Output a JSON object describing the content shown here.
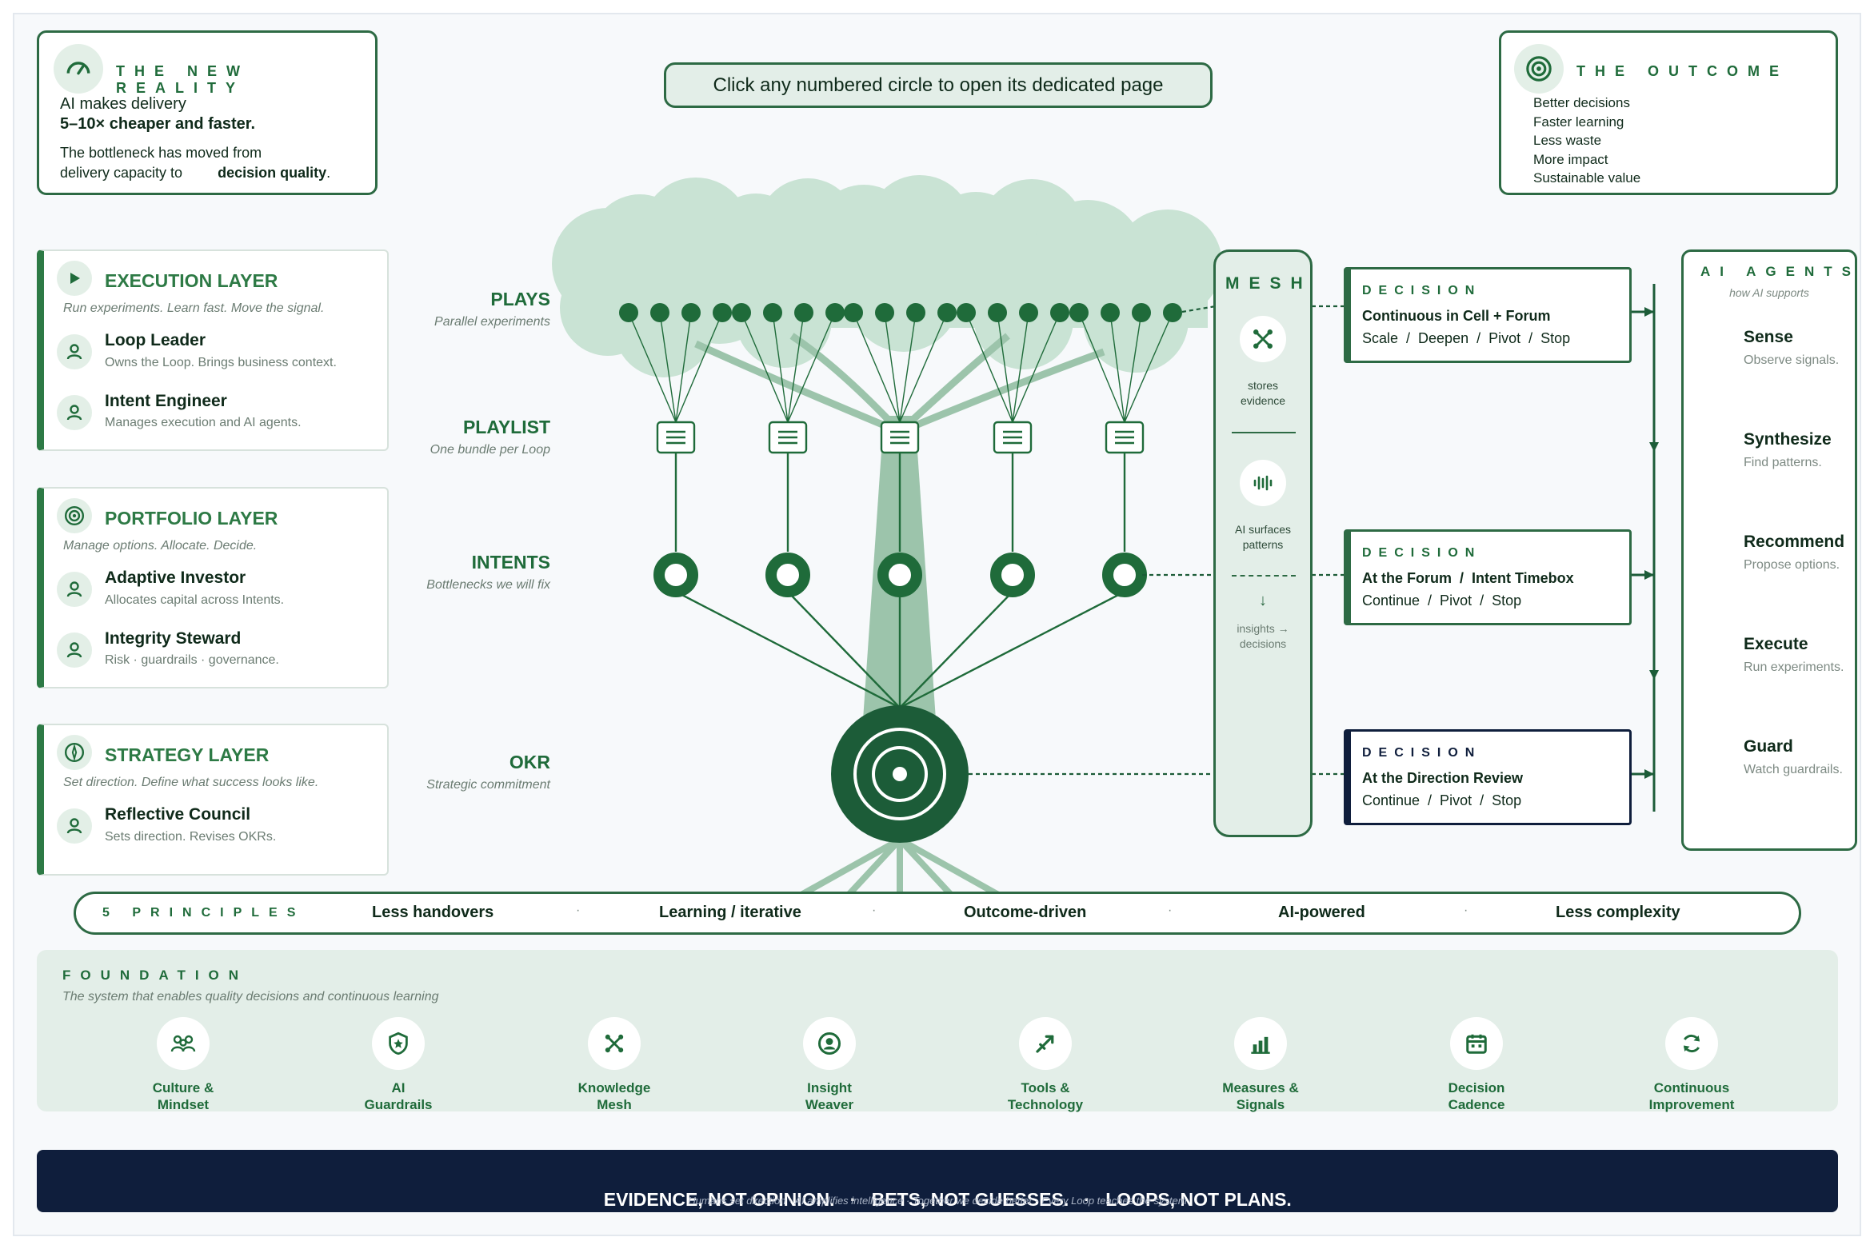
{
  "banner": {
    "text": "Click any numbered circle to open its dedicated page"
  },
  "reality": {
    "title": "THE NEW REALITY",
    "line1": "AI makes delivery",
    "line2": "5–10× cheaper and faster.",
    "line3": "The bottleneck has moved from",
    "line4a": "delivery capacity to",
    "line4b": "decision quality",
    "line4c": "."
  },
  "outcome": {
    "title": "THE OUTCOME",
    "items": [
      "Better decisions",
      "Faster learning",
      "Less waste",
      "More impact",
      "Sustainable value"
    ]
  },
  "layers": [
    {
      "title": "EXECUTION LAYER",
      "sub": "Run experiments. Learn fast. Move the signal.",
      "roles": [
        {
          "name": "Loop Leader",
          "desc": "Owns the Loop. Brings business context."
        },
        {
          "name": "Intent Engineer",
          "desc": "Manages execution and AI agents."
        }
      ]
    },
    {
      "title": "PORTFOLIO LAYER",
      "sub": "Manage options. Allocate. Decide.",
      "roles": [
        {
          "name": "Adaptive Investor",
          "desc": "Allocates capital across Intents."
        },
        {
          "name": "Integrity Steward",
          "desc": "Risk · guardrails · governance."
        }
      ]
    },
    {
      "title": "STRATEGY LAYER",
      "sub": "Set direction. Define what success looks like.",
      "roles": [
        {
          "name": "Reflective Council",
          "desc": "Sets direction. Revises OKRs."
        }
      ]
    }
  ],
  "rows": [
    {
      "title": "PLAYS",
      "sub": "Parallel experiments"
    },
    {
      "title": "PLAYLIST",
      "sub": "One bundle per Loop"
    },
    {
      "title": "INTENTS",
      "sub": "Bottlenecks we will fix"
    },
    {
      "title": "OKR",
      "sub": "Strategic commitment"
    }
  ],
  "mesh": {
    "title": "MESH",
    "item1": "stores evidence",
    "item2": "AI surfaces patterns",
    "arrow": "↓",
    "item3": "insights → decisions"
  },
  "decisions": [
    {
      "kicker": "DECISION",
      "where": "Continuous in Cell + Forum",
      "options": "Scale  /  Deepen  /  Pivot  /  Stop"
    },
    {
      "kicker": "DECISION",
      "where": "At the Forum  /  Intent Timebox",
      "options": "Continue  /  Pivot  /  Stop"
    },
    {
      "kicker": "DECISION",
      "where": "At the Direction Review",
      "options": "Continue  /  Pivot  /  Stop"
    }
  ],
  "agents": {
    "title": "AI AGENTS",
    "sub": "how AI supports",
    "items": [
      {
        "name": "Sense",
        "desc": "Observe signals."
      },
      {
        "name": "Synthesize",
        "desc": "Find patterns."
      },
      {
        "name": "Recommend",
        "desc": "Propose options."
      },
      {
        "name": "Execute",
        "desc": "Run experiments."
      },
      {
        "name": "Guard",
        "desc": "Watch guardrails."
      }
    ]
  },
  "principles": {
    "title": "5 PRINCIPLES",
    "items": [
      "Less handovers",
      "Learning / iterative",
      "Outcome-driven",
      "AI-powered",
      "Less complexity"
    ]
  },
  "foundation": {
    "title": "FOUNDATION",
    "sub": "The system that enables quality decisions and continuous learning",
    "items": [
      {
        "icon": "people-icon",
        "l1": "Culture &",
        "l2": "Mindset"
      },
      {
        "icon": "shield-star-icon",
        "l1": "AI",
        "l2": "Guardrails"
      },
      {
        "icon": "network-icon",
        "l1": "Knowledge",
        "l2": "Mesh"
      },
      {
        "icon": "eye-icon",
        "l1": "Insight",
        "l2": "Weaver"
      },
      {
        "icon": "tool-icon",
        "l1": "Tools &",
        "l2": "Technology"
      },
      {
        "icon": "bar-chart-icon",
        "l1": "Measures &",
        "l2": "Signals"
      },
      {
        "icon": "calendar-icon",
        "l1": "Decision",
        "l2": "Cadence"
      },
      {
        "icon": "refresh-icon",
        "l1": "Continuous",
        "l2": "Improvement"
      }
    ]
  },
  "footer": {
    "p1": "EVIDENCE, NOT OPINION.",
    "sep": "·",
    "p2": "BETS, NOT GUESSES.",
    "p3": "LOOPS, NOT PLANS.",
    "sub": "Humans set direction · AI amplifies intelligence · Together we decide better · Every Loop teaches the system"
  },
  "colors": {
    "primary": "#1f6b3a",
    "dark": "#1c5c38",
    "navy": "#0f1e3c",
    "mint": "#c9e3d4",
    "foundation_bg": "#e3eee8"
  }
}
